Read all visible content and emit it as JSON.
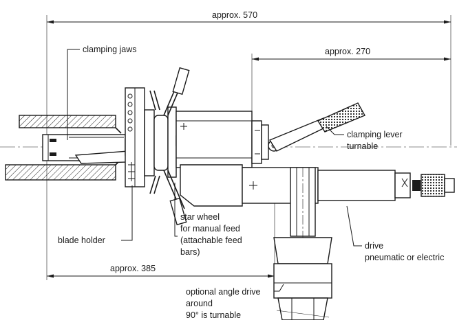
{
  "dimensions": {
    "overall": "approx. 570",
    "rear": "approx. 270",
    "front": "approx. 385"
  },
  "labels": {
    "clamping_jaws": "clamping jaws",
    "clamping_lever_line1": "clamping lever",
    "clamping_lever_line2": "turnable",
    "blade_holder": "blade holder",
    "star_wheel_line1": "star wheel",
    "star_wheel_line2": "for manual feed",
    "star_wheel_line3": "(attachable feed",
    "star_wheel_line4": "bars)",
    "drive_line1": "drive",
    "drive_line2": "pneumatic or electric",
    "angle_drive_line1": "optional angle drive",
    "angle_drive_line2": "around",
    "angle_drive_line3": "90° is turnable"
  }
}
